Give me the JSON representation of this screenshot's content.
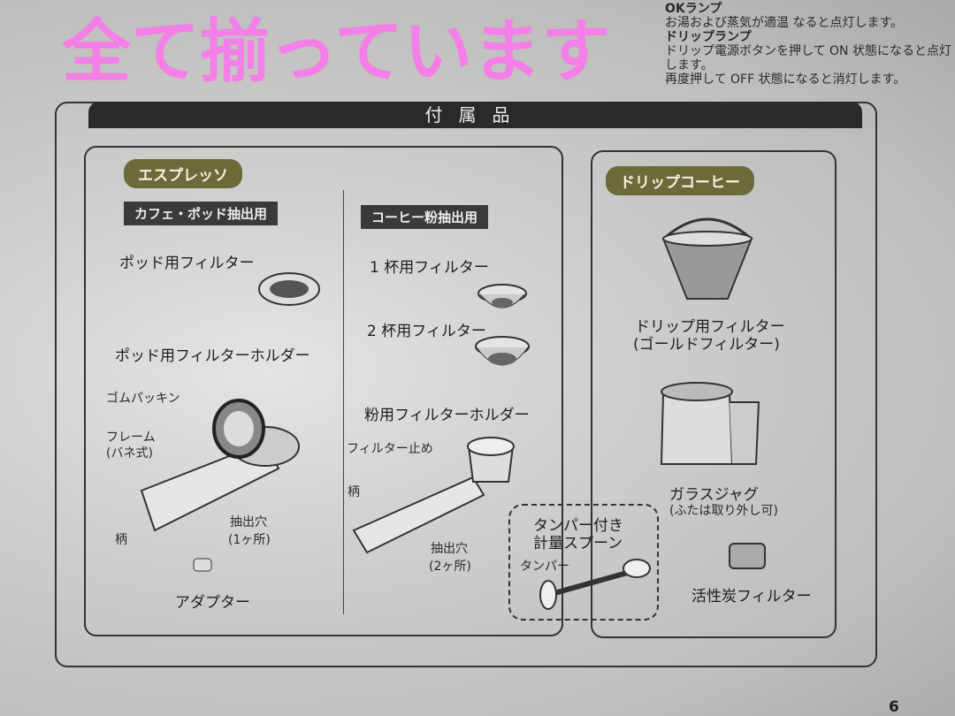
{
  "top": {
    "left_heading": "OKランプ",
    "left_line1": "お湯および蒸気が適温",
    "left_line2": "なると点灯します。",
    "right_heading": "ドリップランプ",
    "right_line1": "ドリップ電源ボタンを押して ON 状態になると点灯します。",
    "right_line2": "再度押して OFF 状態になると消灯します。"
  },
  "overlay_text": "全て揃っています",
  "section_title": "付属品",
  "espresso": {
    "title": "エスプレッソ",
    "pod": {
      "header": "カフェ・ポッド抽出用",
      "pod_filter": "ポッド用フィルター",
      "pod_holder": "ポッド用フィルターホルダー",
      "gasket": "ゴムパッキン",
      "frame": "フレーム",
      "frame_note": "(バネ式)",
      "handle": "柄",
      "outlet": "抽出穴",
      "outlet_note": "(1ヶ所)",
      "adapter": "アダプター"
    },
    "ground": {
      "header": "コーヒー粉抽出用",
      "one_cup": "1 杯用フィルター",
      "two_cup": "2 杯用フィルター",
      "holder": "粉用フィルターホルダー",
      "stopper": "フィルター止め",
      "handle": "柄",
      "outlet": "抽出穴",
      "outlet_note": "(2ヶ所)"
    },
    "spoon": {
      "title1": "タンパー付き",
      "title2": "計量スプーン",
      "tamper": "タンパー"
    }
  },
  "drip": {
    "title": "ドリップコーヒー",
    "filter": "ドリップ用フィルター",
    "filter_note": "(ゴールドフィルター)",
    "jug": "ガラスジャグ",
    "jug_note": "(ふたは取り外し可)",
    "carbon": "活性炭フィルター"
  },
  "page_number": "6",
  "colors": {
    "overlay": "#f47fe8",
    "pill": "#6d6a3a"
  }
}
